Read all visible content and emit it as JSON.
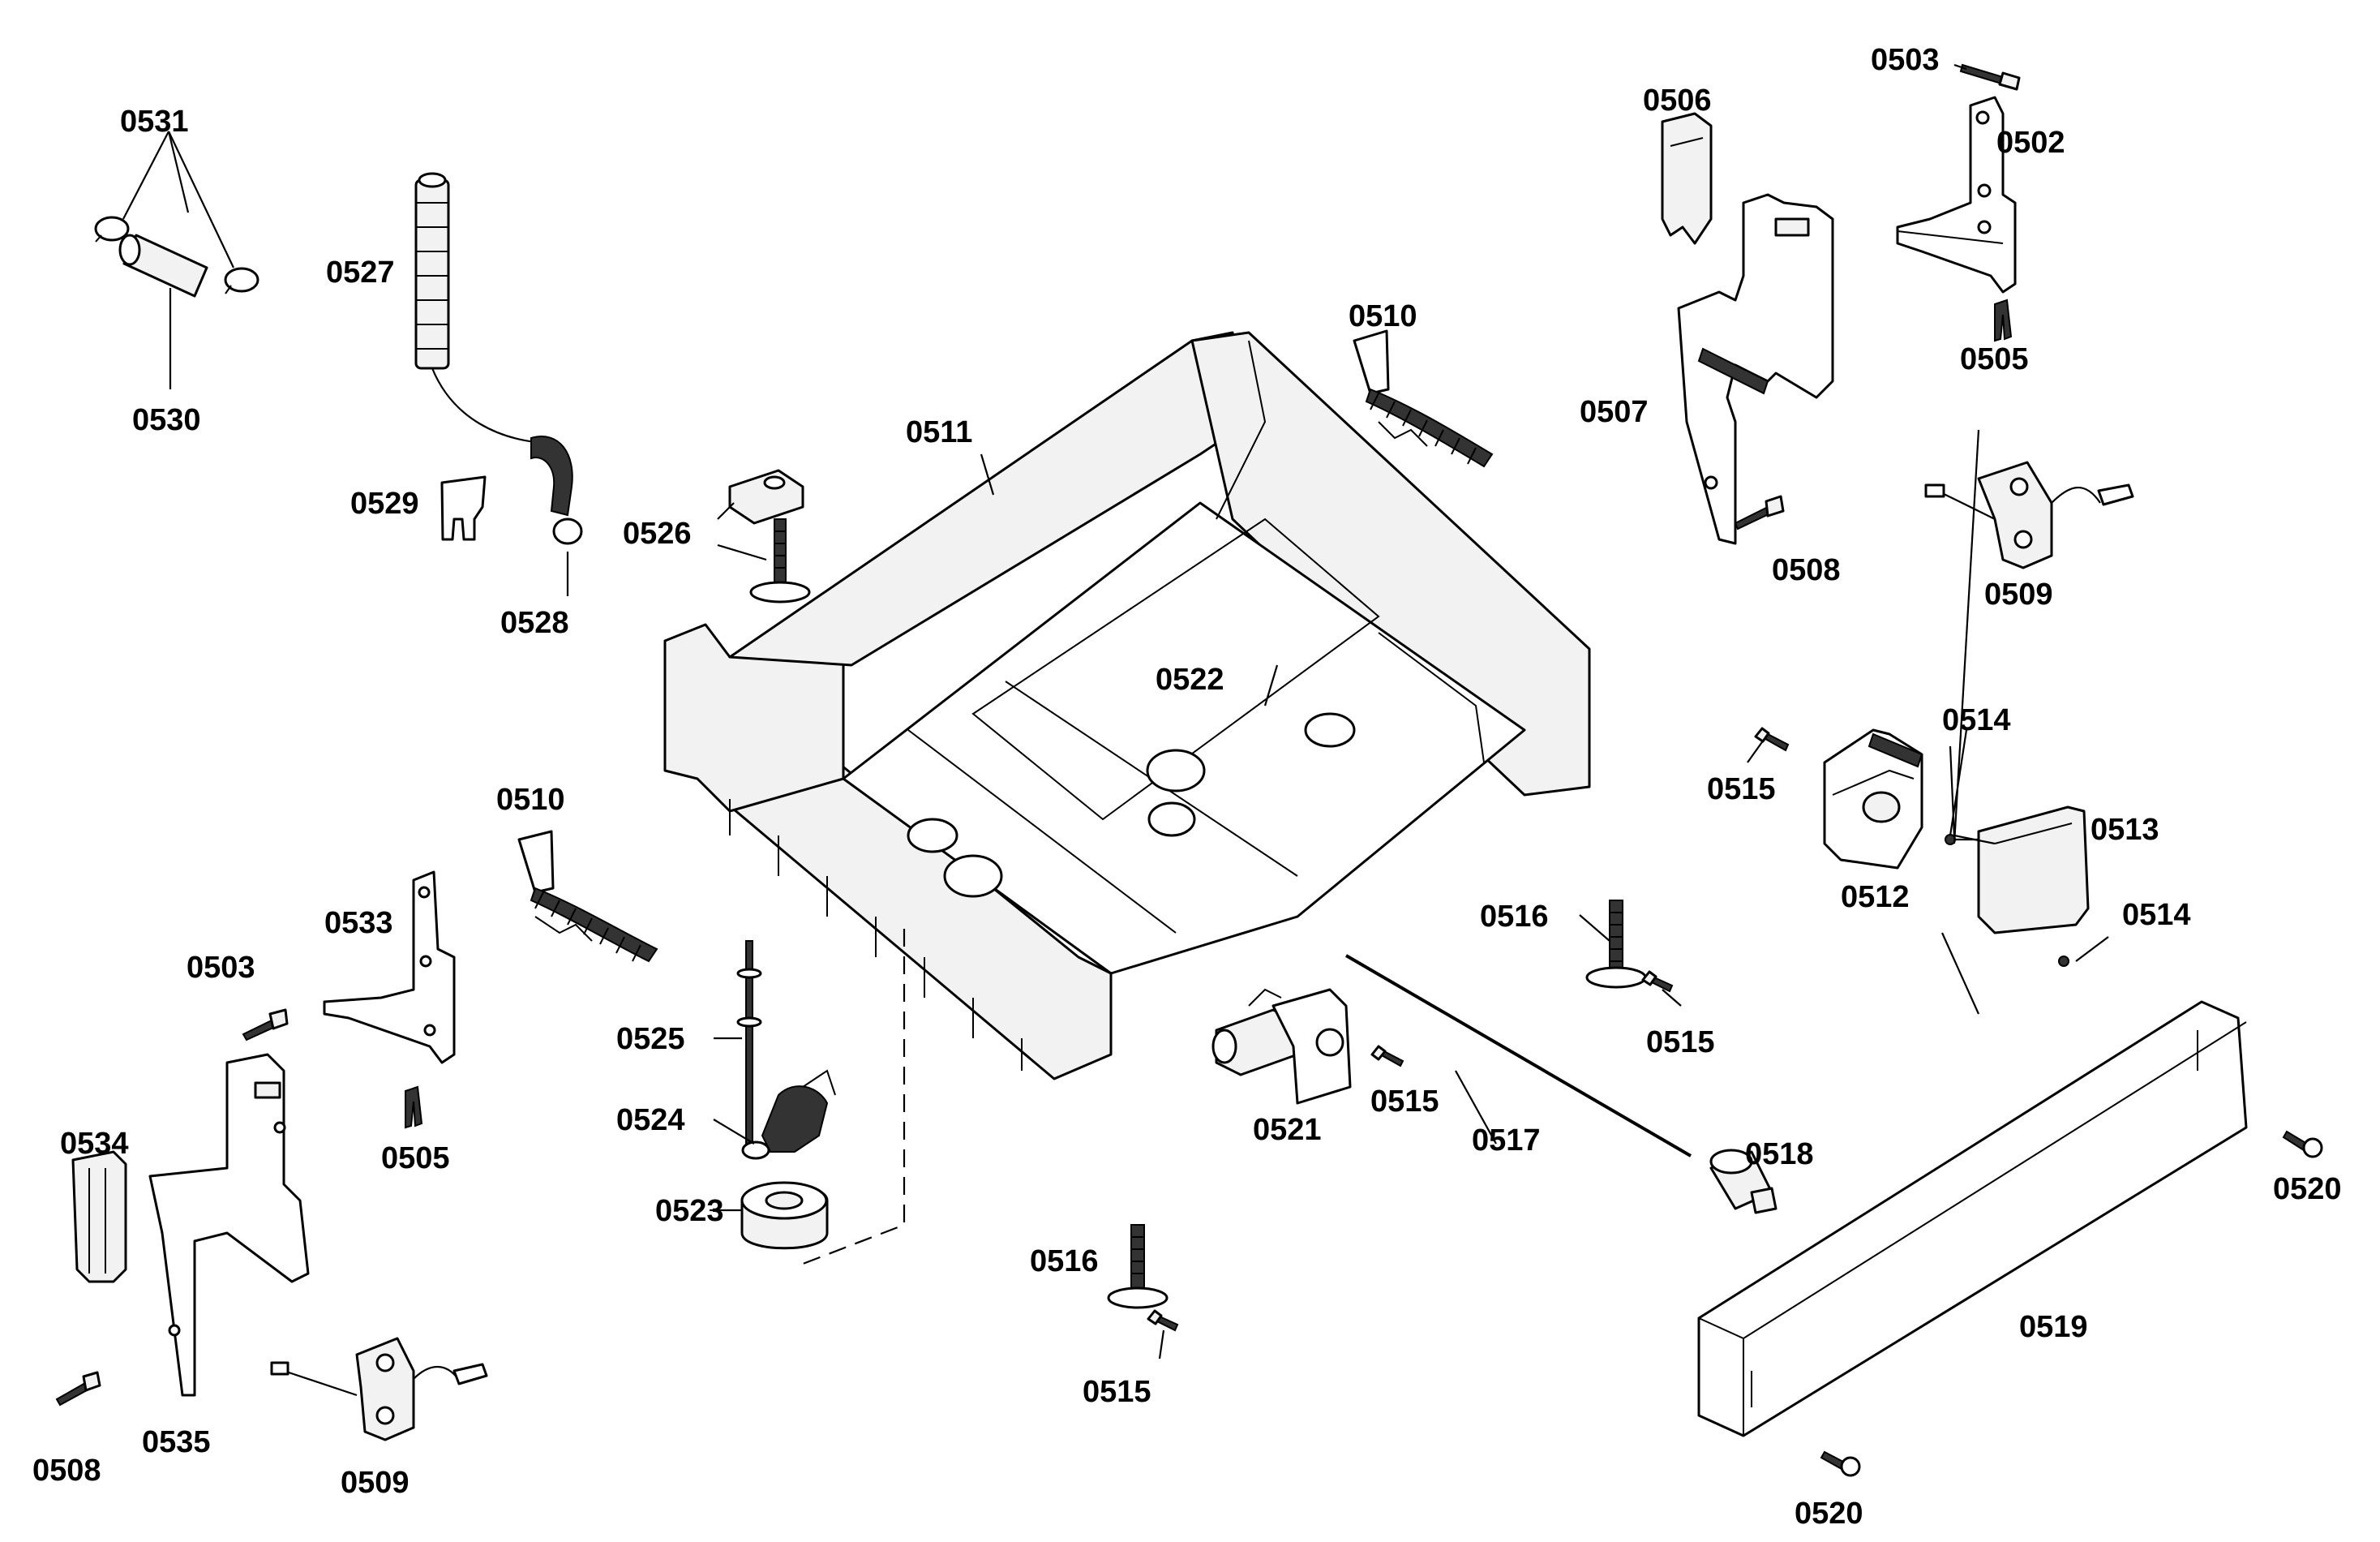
{
  "labels": {
    "p0502": "0502",
    "p0503_top": "0503",
    "p0503_left": "0503",
    "p0505_top": "0505",
    "p0505_left": "0505",
    "p0506": "0506",
    "p0507": "0507",
    "p0508_top": "0508",
    "p0508_left": "0508",
    "p0509_top": "0509",
    "p0509_left": "0509",
    "p0510_top": "0510",
    "p0510_left": "0510",
    "p0511": "0511",
    "p0512": "0512",
    "p0513": "0513",
    "p0514_top": "0514",
    "p0514_right": "0514",
    "p0515_a": "0515",
    "p0515_b": "0515",
    "p0515_c": "0515",
    "p0515_d": "0515",
    "p0516_a": "0516",
    "p0516_b": "0516",
    "p0517": "0517",
    "p0518": "0518",
    "p0519": "0519",
    "p0520_a": "0520",
    "p0520_b": "0520",
    "p0521": "0521",
    "p0522": "0522",
    "p0523": "0523",
    "p0524": "0524",
    "p0525": "0525",
    "p0526": "0526",
    "p0527": "0527",
    "p0528": "0528",
    "p0529": "0529",
    "p0530": "0530",
    "p0531": "0531",
    "p0533": "0533",
    "p0534": "0534",
    "p0535": "0535"
  }
}
